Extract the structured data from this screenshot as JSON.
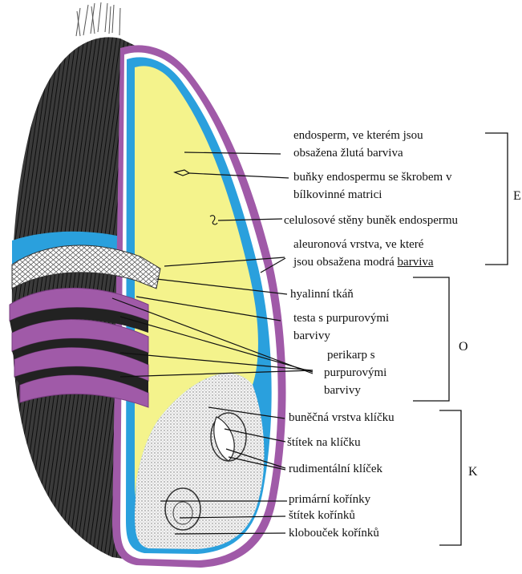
{
  "labels": {
    "endosperm_1": "endosperm, ve kterém jsou",
    "endosperm_2": "obsažena žlutá barviva",
    "bunky_1": "buňky endospermu se škrobem v",
    "bunky_2": "bílkovinné matrici",
    "celulosove": "celulosové stěny buněk endospermu",
    "aleuron_1": "aleuronová vrstva, ve které",
    "aleuron_2a": "jsou obsažena modrá ",
    "aleuron_2b": "barviva",
    "hyalinni": "hyalinní tkáň",
    "testa_1": "testa s purpurovými",
    "testa_2": "barvivy",
    "perikarp_1": "perikarp s",
    "perikarp_2": "purpurovými",
    "perikarp_3": "barvivy",
    "bunecna": "buněčná vrstva  klíčku",
    "stitek_klicku": "štítek na klíčku",
    "rudimentalni": "rudimentální klíček",
    "primarni": "primární kořínky",
    "stitek_korinku": "štítek kořínků",
    "kloboucek": "klobouček kořínků"
  },
  "groups": {
    "E": "E",
    "O": "O",
    "K": "K"
  },
  "colors": {
    "endosperm": "#f4f38c",
    "aleurone": "#2aa0dd",
    "pericarp": "#a05aa8",
    "husk": "#2a2a2a",
    "embryo": "#ececec"
  }
}
